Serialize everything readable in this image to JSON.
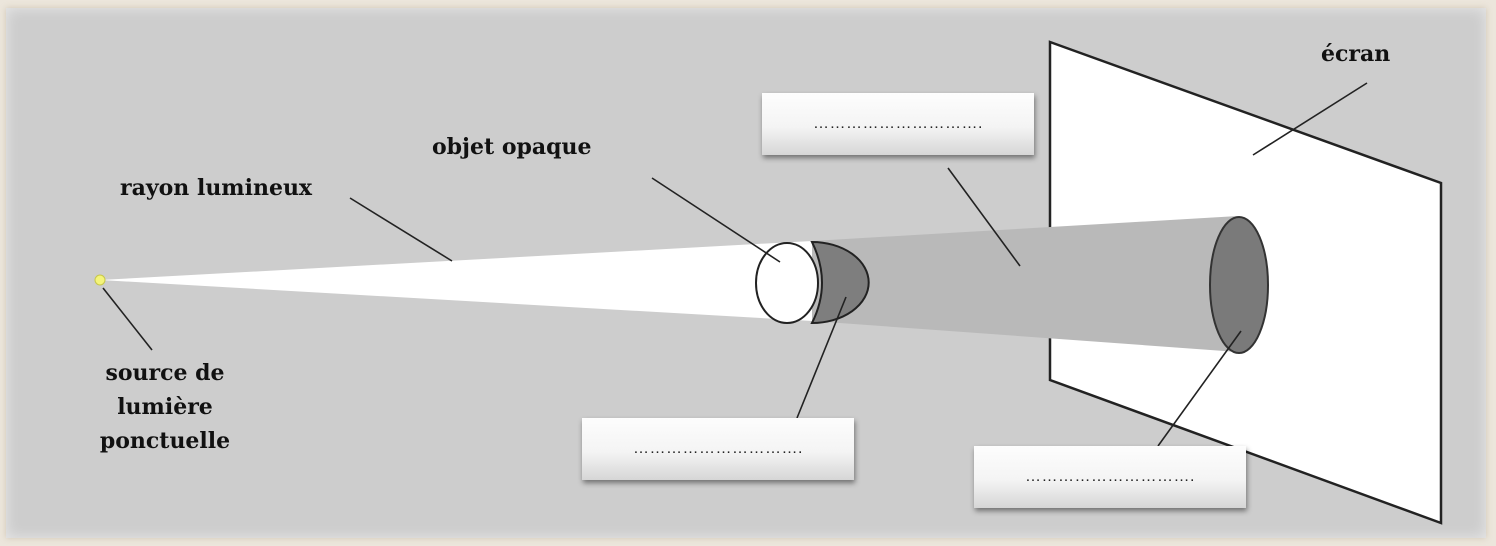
{
  "labels": {
    "light_ray": "rayon lumineux",
    "opaque_object": "objet opaque",
    "screen": "écran",
    "source_line1": "source de",
    "source_line2": "lumière",
    "source_line3": "ponctuelle"
  },
  "answer_boxes": {
    "cone_of_shadow": "………………………….",
    "shadow_own": "………………………….",
    "shadow_cast": "…………………………."
  },
  "colors": {
    "background": "#cdcdcd",
    "light_beam": "#ffffff",
    "shadow_cone": "#b9b9b9",
    "dark_shadow": "#7a7a7a",
    "source_point": "#f4f47a"
  }
}
